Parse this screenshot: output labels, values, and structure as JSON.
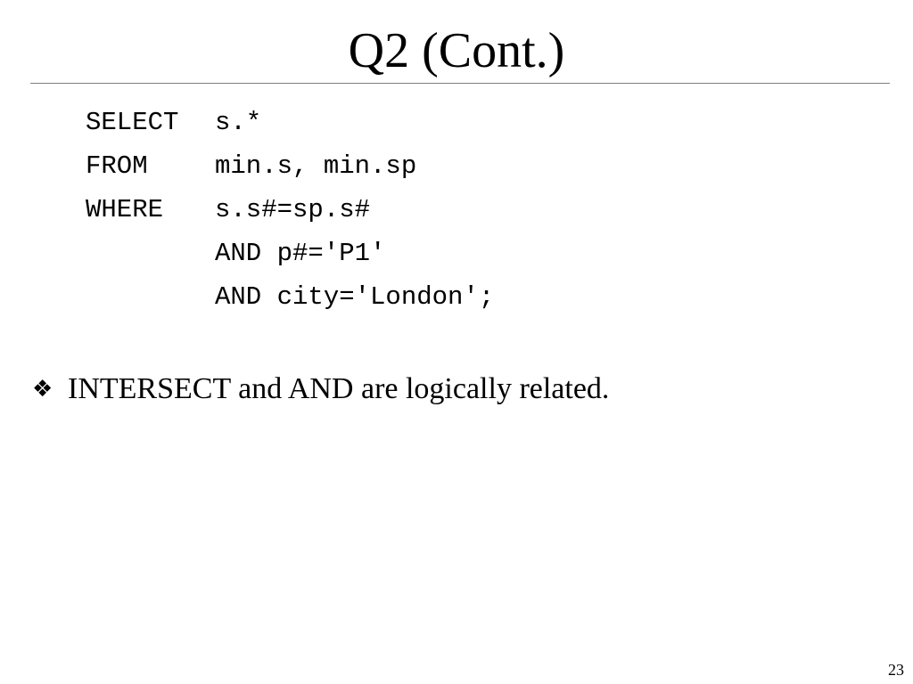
{
  "slide": {
    "title": "Q2 (Cont.)",
    "page_number": "23"
  },
  "sql": {
    "lines": [
      {
        "keyword": "SELECT",
        "clause": "s.*"
      },
      {
        "keyword": "FROM",
        "clause": "min.s, min.sp"
      },
      {
        "keyword": "WHERE",
        "clause": "s.s#=sp.s#"
      },
      {
        "keyword": "",
        "clause": "AND p#='P1'"
      },
      {
        "keyword": "",
        "clause": "AND city='London';"
      }
    ]
  },
  "bullets": [
    {
      "icon": "diamond-bullet-icon",
      "text": "INTERSECT and AND are logically related."
    }
  ]
}
